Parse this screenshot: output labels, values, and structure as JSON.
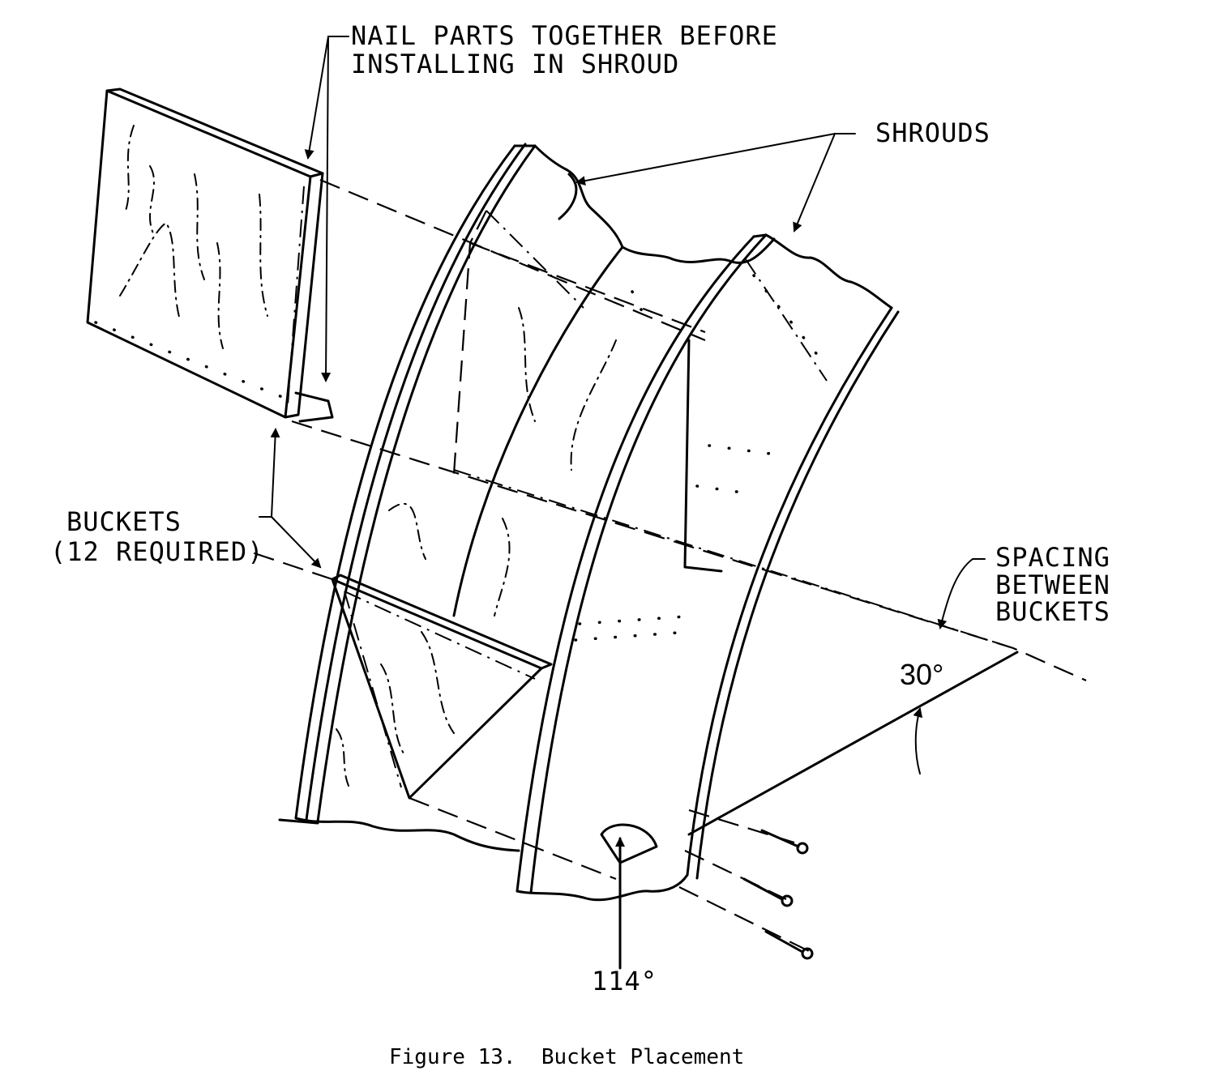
{
  "figure": {
    "annotations": {
      "nail_note_line1": "NAIL PARTS TOGETHER BEFORE",
      "nail_note_line2": "INSTALLING IN SHROUD",
      "shrouds": "SHROUDS",
      "buckets_line1": "BUCKETS",
      "buckets_line2": "(12 REQUIRED)",
      "spacing_line1": "SPACING",
      "spacing_line2": "BETWEEN",
      "spacing_line3": "BUCKETS",
      "angle_30": "30°",
      "angle_114": "114°"
    },
    "caption": "Figure 13.  Bucket Placement"
  }
}
